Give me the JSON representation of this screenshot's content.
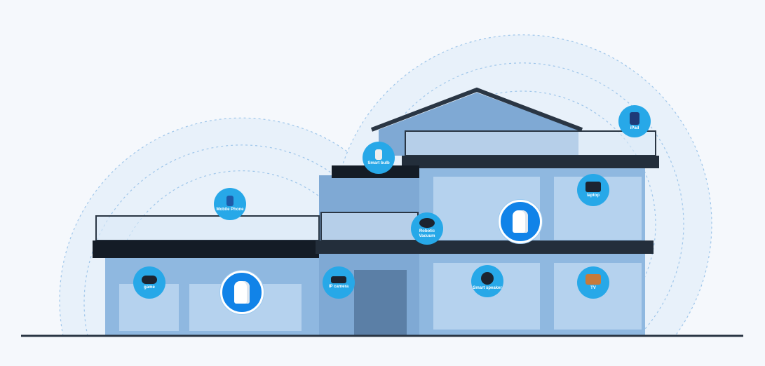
{
  "devices": {
    "smart_bulb": "Smart bulb",
    "mobile_phone": "Mobile Phone",
    "ipad": "iPad",
    "laptop": "laptop",
    "robotic_vacuum": "Robotic Vacuum",
    "game": "game",
    "ip_camera": "IP camera",
    "smart_speaker": "Smart speaker",
    "tv": "TV"
  },
  "colors": {
    "accent": "#27a8e8",
    "router": "#1183e8",
    "house": "#8fb8e0",
    "dark": "#1f2a36"
  }
}
